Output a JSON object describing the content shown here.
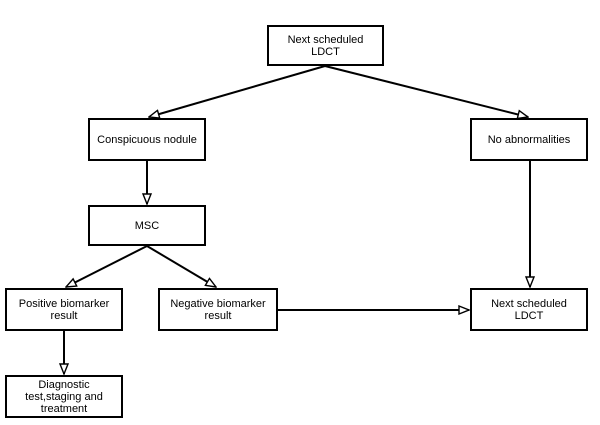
{
  "nodes": {
    "top": "Next scheduled LDCT",
    "conspicuous": "Conspicuous nodule",
    "no_abnormalities": "No abnormalities",
    "msc": "MSC",
    "positive": "Positive biomarker result",
    "negative": "Negative biomarker result",
    "next": "Next scheduled LDCT",
    "diagnostic": "Diagnostic test,staging and treatment"
  }
}
